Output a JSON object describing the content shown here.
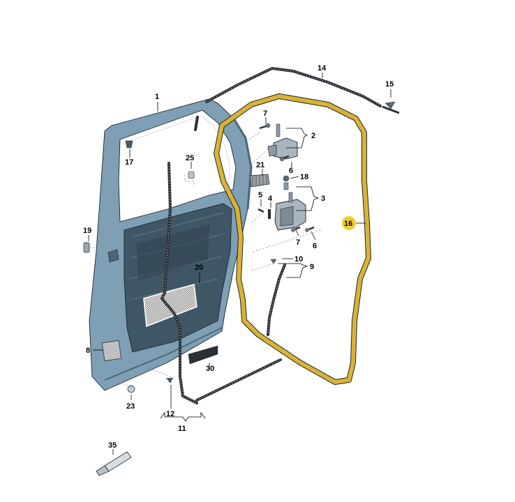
{
  "colors": {
    "door_panel": "#7e9fb4",
    "door_panel_dark": "#5f7f94",
    "door_inner": "#3f5665",
    "seal_highlight": "#e9c13a",
    "badge": "#f2cf2a",
    "rubber": "#2b2f33",
    "metal": "#a9b6c0"
  },
  "icons": {
    "door": "car-door-shell-icon",
    "tube": "adhesive-tube-icon"
  },
  "callouts": {
    "c1": "1",
    "c2": "2",
    "c3": "3",
    "c4": "4",
    "c5": "5",
    "c6a": "6",
    "c6b": "6",
    "c7a": "7",
    "c7b": "7",
    "c8": "8",
    "c9": "9",
    "c10": "10",
    "c11": "11",
    "c12": "12",
    "c14": "14",
    "c15": "15",
    "c16": "16",
    "c17": "17",
    "c18": "18",
    "c19": "19",
    "c20": "20",
    "c21": "21",
    "c23": "23",
    "c25": "25",
    "c30": "30",
    "c35": "35"
  }
}
